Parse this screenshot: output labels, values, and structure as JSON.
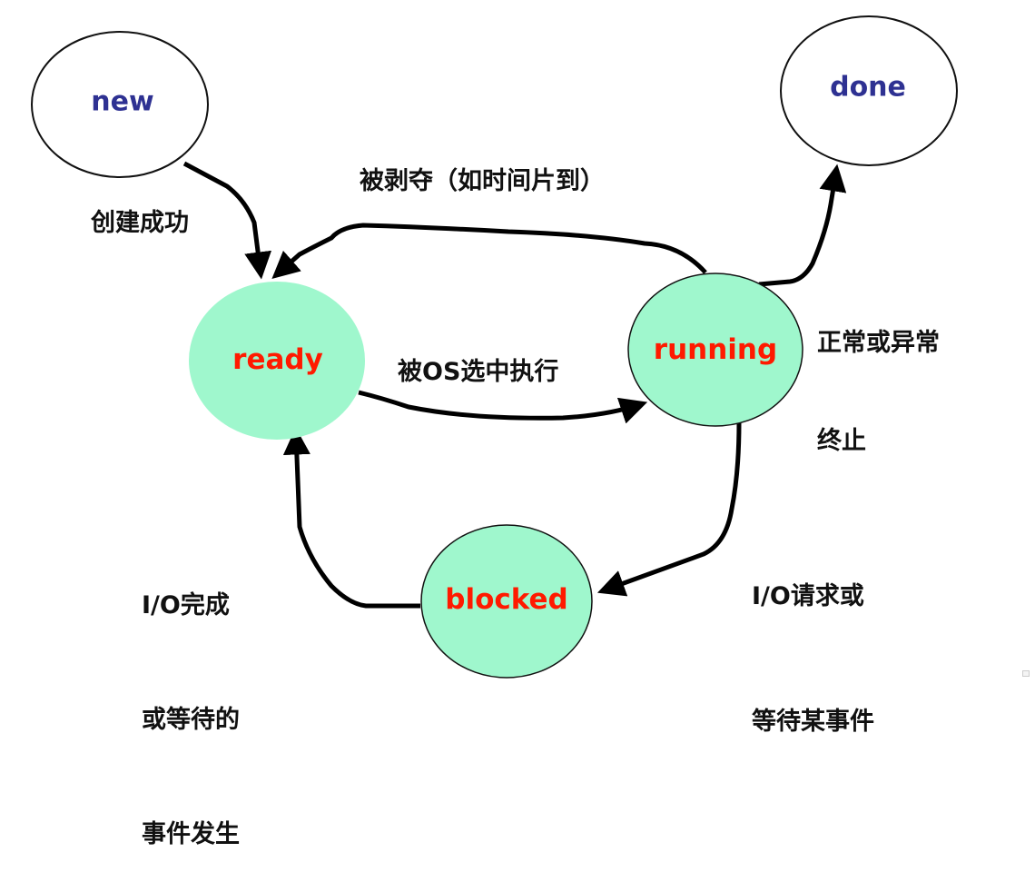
{
  "diagram": {
    "title": "Process state transition diagram",
    "colors": {
      "active_fill": "#9ff7cd",
      "terminal_fill": "#ffffff",
      "terminal_text": "#2e3192",
      "active_text": "#ff1a00",
      "edge": "#000000",
      "edge_label": "#111111"
    },
    "nodes": {
      "new": {
        "label": "new",
        "kind": "terminal"
      },
      "done": {
        "label": "done",
        "kind": "terminal"
      },
      "ready": {
        "label": "ready",
        "kind": "active"
      },
      "running": {
        "label": "running",
        "kind": "active"
      },
      "blocked": {
        "label": "blocked",
        "kind": "active"
      }
    },
    "edges": {
      "create": {
        "from": "new",
        "to": "ready",
        "label": "创建成功"
      },
      "preempt": {
        "from": "running",
        "to": "ready",
        "label": "被剥夺（如时间片到）"
      },
      "dispatch": {
        "from": "ready",
        "to": "running",
        "label": "被OS选中执行"
      },
      "exit": {
        "from": "running",
        "to": "done",
        "label_lines": [
          "正常或异常",
          "终止"
        ]
      },
      "block": {
        "from": "running",
        "to": "blocked",
        "label_lines": [
          "I/O请求或",
          "等待某事件"
        ]
      },
      "wakeup": {
        "from": "blocked",
        "to": "ready",
        "label_lines": [
          "I/O完成",
          "或等待的",
          "事件发生"
        ]
      }
    }
  }
}
